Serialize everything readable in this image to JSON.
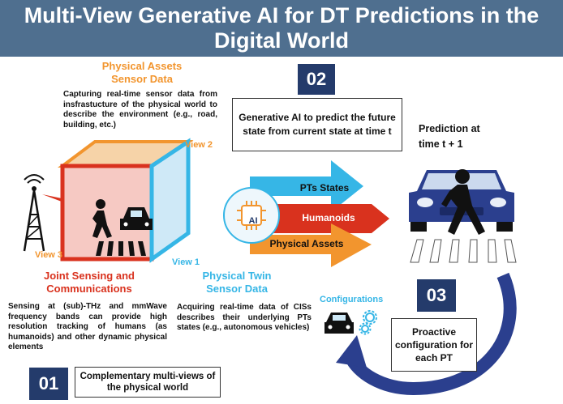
{
  "title": "Multi-View Generative AI for DT Predictions in the Digital World",
  "physical_assets": {
    "heading_line1": "Physical Assets",
    "heading_line2": "Sensor Data",
    "description": "Capturing real-time sensor data from insfrastucture of the physical world to describe the environment (e.g., road, building, etc.)"
  },
  "views": {
    "view1": "View 1",
    "view2": "View 2",
    "view3": "View 3"
  },
  "joint_sensing": {
    "heading_line1": "Joint Sensing and",
    "heading_line2": "Communications",
    "description": "Sensing at (sub)-THz and mmWave frequency bands can provide high resolution tracking of humans (as humanoids) and other dynamic physical elements"
  },
  "physical_twin": {
    "heading_line1": "Physical Twin",
    "heading_line2": "Sensor Data",
    "description": "Acquiring real-time data of CISs describes their underlying PTs states (e.g., autonomous vehicles)"
  },
  "step01": {
    "number": "01",
    "label": "Complementary multi-views of the physical world"
  },
  "step02": {
    "number": "02",
    "label": "Generative AI to predict the future state from current state at time t"
  },
  "step03": {
    "number": "03",
    "label": "Proactive configuration for each PT"
  },
  "arrow_labels": {
    "pts_states": "PTs States",
    "humanoids": "Humanoids",
    "physical_assets": "Physical Assets",
    "ai": "AI"
  },
  "prediction": {
    "line1": "Prediction at",
    "line2": "time t + 1"
  },
  "configurations": "Configurations",
  "colors": {
    "banner": "#4f6f8f",
    "orange": "#f2952e",
    "red": "#d9321e",
    "cyan": "#36b6e6",
    "navy": "#243b6b"
  }
}
